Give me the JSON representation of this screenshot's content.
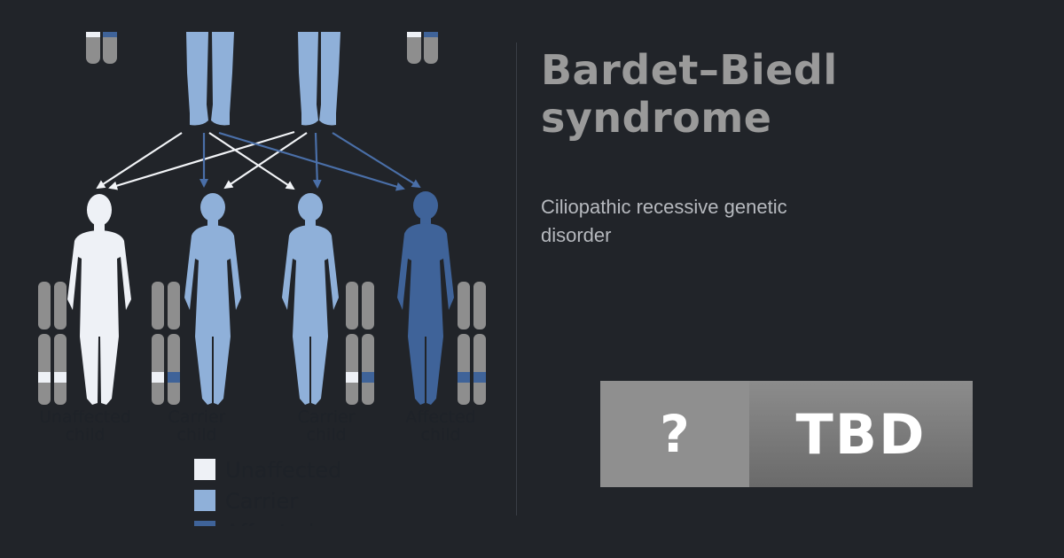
{
  "title": "Bardet–Biedl syndrome",
  "subtitle": "Ciliopathic recessive genetic disorder",
  "badge": {
    "left": "?",
    "right": "TBD"
  },
  "diagram": {
    "children": [
      {
        "line1": "Unaffected",
        "line2": "child"
      },
      {
        "line1": "Carrier",
        "line2": "child"
      },
      {
        "line1": "Carrier",
        "line2": "child"
      },
      {
        "line1": "Affected",
        "line2": "child"
      }
    ],
    "legend": [
      "Unaffected",
      "Carrier",
      "Affected"
    ]
  },
  "colors": {
    "background": "#212429",
    "unaffected": "#eef1f6",
    "carrier": "#8fb0d9",
    "affected": "#3f6399",
    "chromosome": "#8e8e8e"
  }
}
